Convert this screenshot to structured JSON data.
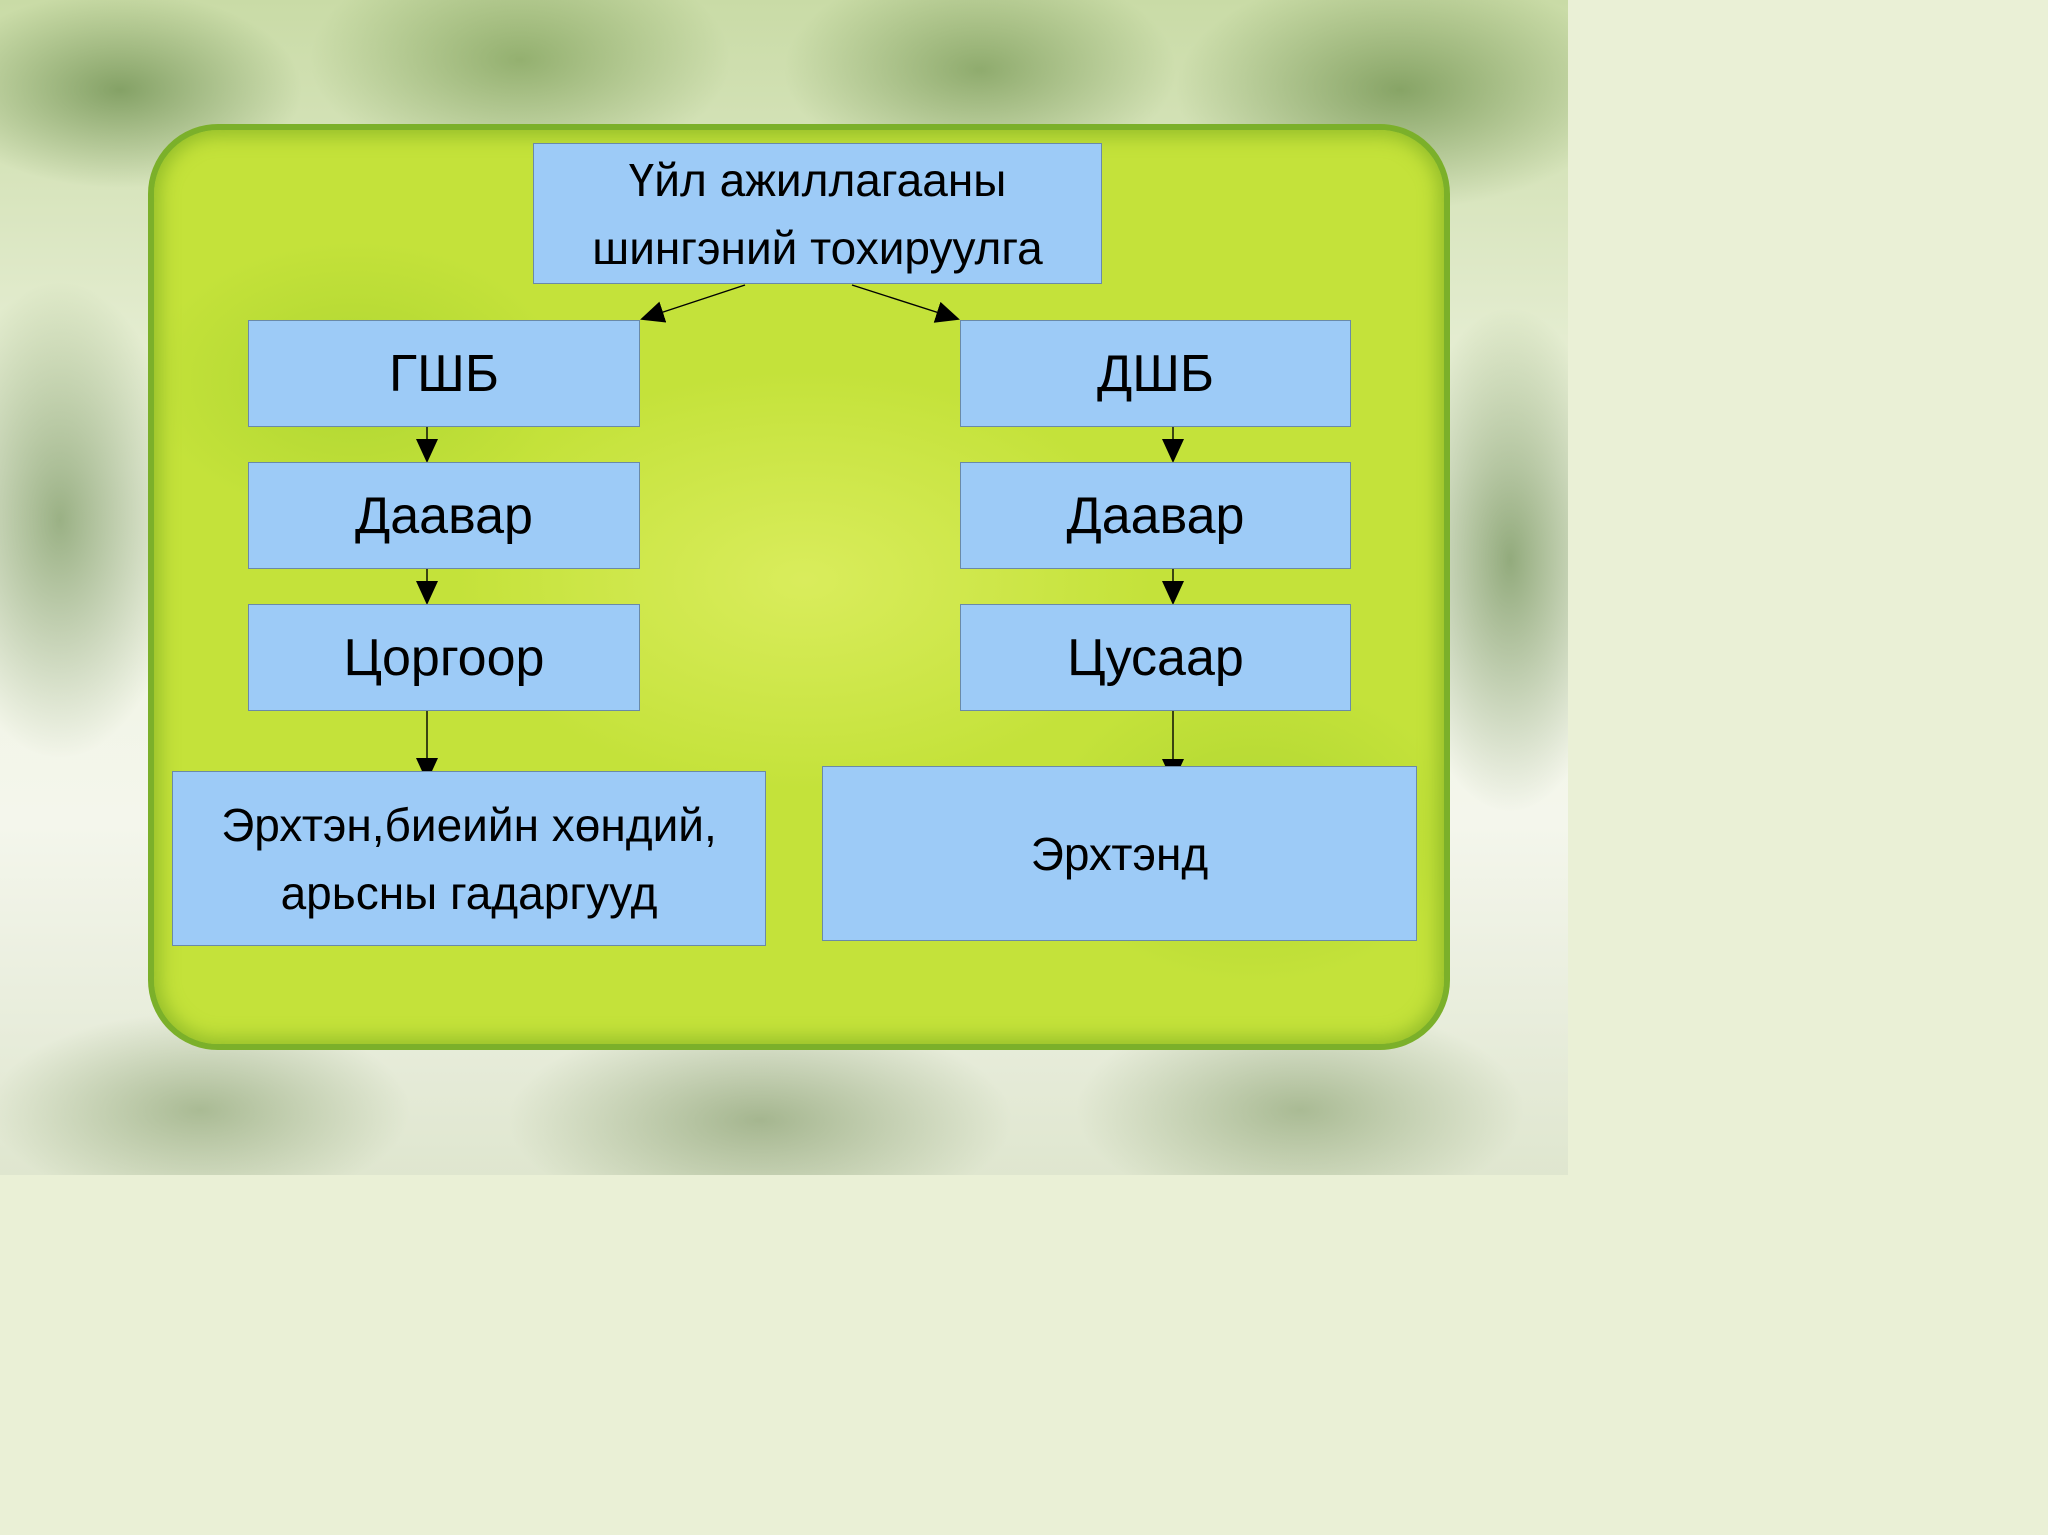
{
  "diagram": {
    "root": {
      "label": "Үйл ажиллагааны\nшингэний тохируулга"
    },
    "left": {
      "head": "ГШБ",
      "step1": "Даавар",
      "step2": "Цоргоор",
      "target": "Эрхтэн,биеийн хөндий,\nарьсны гадаргууд"
    },
    "right": {
      "head": "ДШБ",
      "step1": "Даавар",
      "step2": "Цусаар",
      "target": "Эрхтэнд"
    }
  },
  "colors": {
    "box_fill": "#9dcbf7",
    "panel_fill": "#c4e23a",
    "arrow": "#000000"
  }
}
